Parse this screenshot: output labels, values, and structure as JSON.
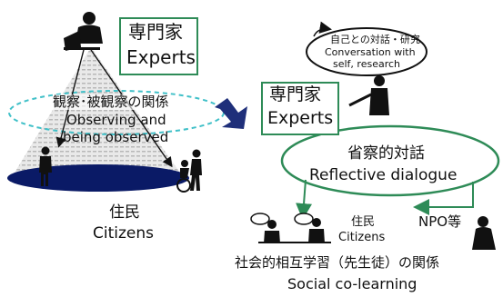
{
  "left_panel": {
    "expert_label_jp": "専門家",
    "expert_label_en": "Experts",
    "relation_jp": "観察･被観察の関係",
    "relation_en_1": "Observing and",
    "relation_en_2": "being observed",
    "citizens_jp": "住民",
    "citizens_en": "Citizens"
  },
  "right_panel": {
    "bubble_jp": "自己との対話・研究",
    "bubble_en_1": "Conversation with",
    "bubble_en_2": "self, research",
    "expert_label_jp": "専門家",
    "expert_label_en": "Experts",
    "dialogue_jp": "省察的対話",
    "dialogue_en": "Reflective dialogue",
    "citizens_jp": "住民",
    "citizens_en": "Citizens",
    "npo_label": "NPO等",
    "colearning_jp": "社会的相互学習（先生徒）の関係",
    "colearning_en": "Social co-learning"
  },
  "colors": {
    "accent_green": "#2e8b57",
    "dark_navy": "#0a1a66",
    "teal_dashed": "#40c0c8",
    "arrow_navy": "#1f2f7a"
  }
}
